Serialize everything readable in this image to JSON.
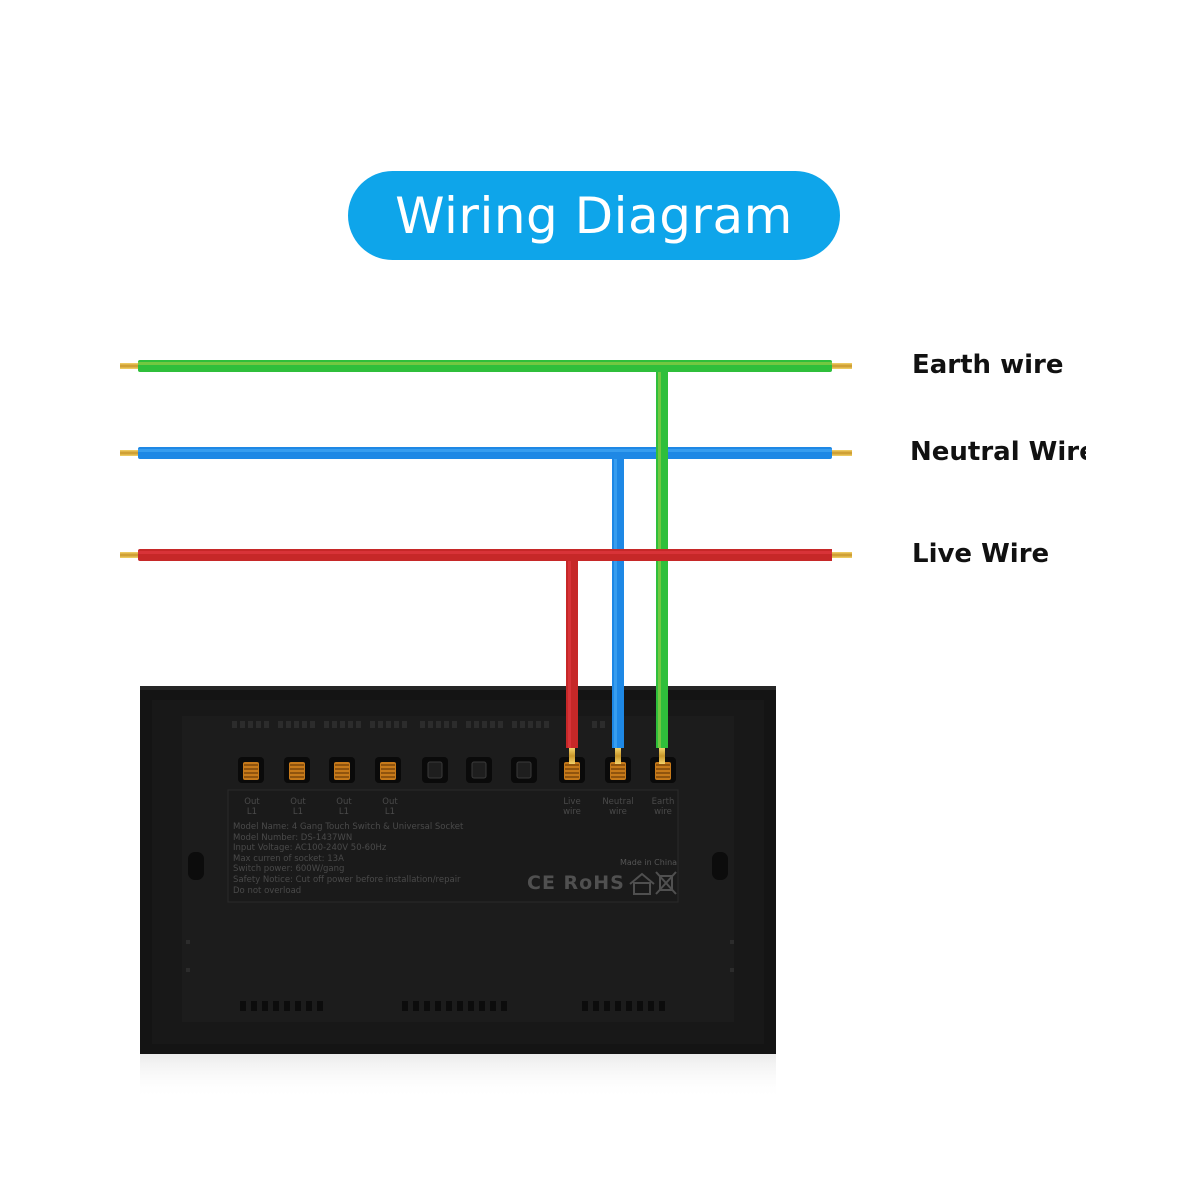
{
  "title": "Wiring Diagram",
  "wires": [
    {
      "id": "earth",
      "label": "Earth wire",
      "color": "#2fbf3b",
      "accent": "#7ac943"
    },
    {
      "id": "neutral",
      "label": "Neutral Wire",
      "color": "#1e88e5",
      "accent": "#3aa0ef"
    },
    {
      "id": "live",
      "label": "Live Wire",
      "color": "#c62828",
      "accent": "#d9343a"
    }
  ],
  "terminals": [
    {
      "line1": "Out",
      "line2": "L1"
    },
    {
      "line1": "Out",
      "line2": "L1"
    },
    {
      "line1": "Out",
      "line2": "L1"
    },
    {
      "line1": "Out",
      "line2": "L1"
    },
    {
      "line1": "",
      "line2": ""
    },
    {
      "line1": "",
      "line2": ""
    },
    {
      "line1": "",
      "line2": ""
    },
    {
      "line1": "Live",
      "line2": "wire"
    },
    {
      "line1": "Neutral",
      "line2": "wire"
    },
    {
      "line1": "Earth",
      "line2": "wire"
    }
  ],
  "spec_lines": [
    "Model Name: 4 Gang Touch Switch & Universal Socket",
    "Model Number: DS-1437WN",
    "Input Voltage: AC100-240V 50-60Hz",
    "Max curren of socket: 13A",
    "Switch power: 600W/gang",
    "Safety Notice: Cut off power before installation/repair",
    "Do not overload"
  ],
  "made_in": "Made in China",
  "cert_marks": "CE RoHS",
  "colors": {
    "pill": "#0ea5ea",
    "panel": "#151515",
    "panel_inner": "#1c1c1c",
    "copper": "#c77a1a"
  }
}
